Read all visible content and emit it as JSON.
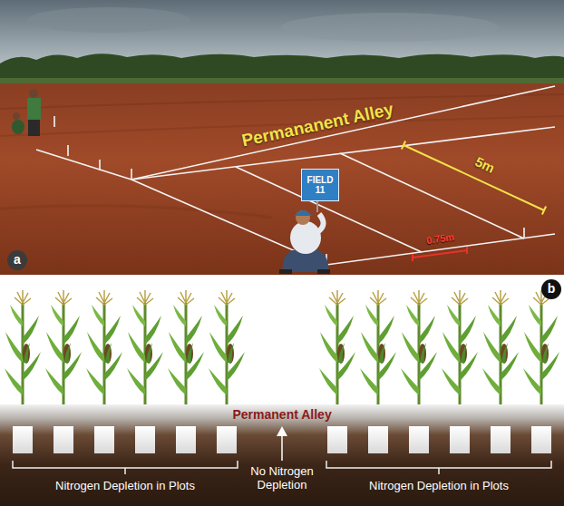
{
  "diagram": {
    "nodes": [
      {
        "text": [
          "FIELD 11"
        ]
      },
      {
        "text": [
          "a"
        ]
      },
      {
        "text": [
          "b"
        ]
      }
    ],
    "labels": [
      "Permananent Alley",
      "5m",
      "0.75m",
      "Permanent Alley",
      "Nitrogen Depletion in Plots",
      "No Nitrogen Depletion",
      "Nitrogen Depletion in Plots"
    ]
  }
}
